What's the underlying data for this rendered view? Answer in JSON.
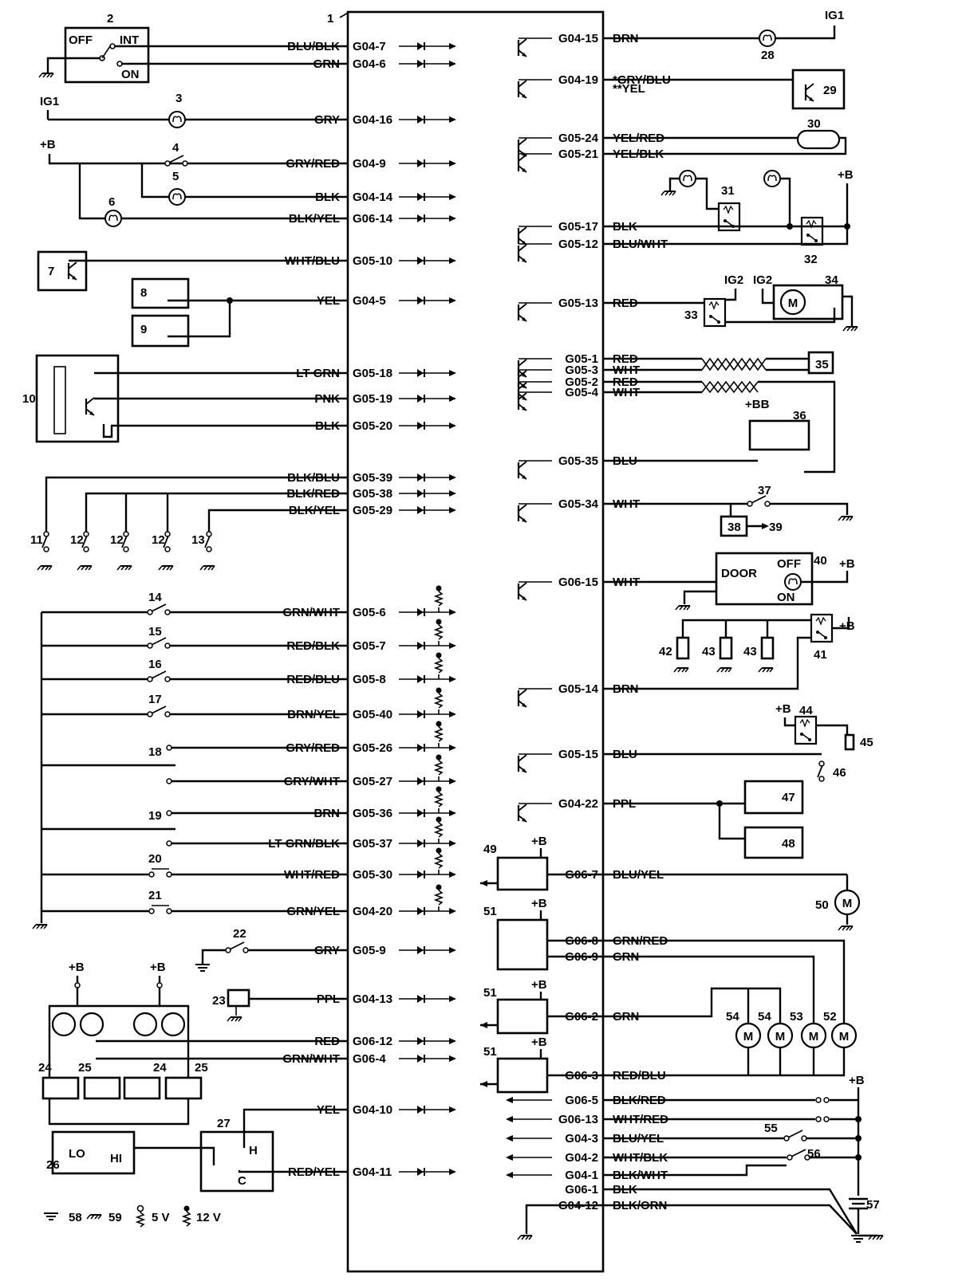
{
  "ecu_number": "1",
  "left_rows": [
    {
      "pin": "G04-7",
      "wire": "BLU/BLK"
    },
    {
      "pin": "G04-6",
      "wire": "GRN"
    },
    {
      "pin": "G04-16",
      "wire": "GRY"
    },
    {
      "pin": "G04-9",
      "wire": "GRY/RED"
    },
    {
      "pin": "G04-14",
      "wire": "BLK"
    },
    {
      "pin": "G06-14",
      "wire": "BLK/YEL"
    },
    {
      "pin": "G05-10",
      "wire": "WHT/BLU"
    },
    {
      "pin": "G04-5",
      "wire": "YEL"
    },
    {
      "pin": "G05-18",
      "wire": "LT GRN"
    },
    {
      "pin": "G05-19",
      "wire": "PNK"
    },
    {
      "pin": "G05-20",
      "wire": "BLK"
    },
    {
      "pin": "G05-39",
      "wire": "BLK/BLU"
    },
    {
      "pin": "G05-38",
      "wire": "BLK/RED"
    },
    {
      "pin": "G05-29",
      "wire": "BLK/YEL"
    },
    {
      "pin": "G05-6",
      "wire": "GRN/WHT"
    },
    {
      "pin": "G05-7",
      "wire": "RED/BLK"
    },
    {
      "pin": "G05-8",
      "wire": "RED/BLU"
    },
    {
      "pin": "G05-40",
      "wire": "BRN/YEL"
    },
    {
      "pin": "G05-26",
      "wire": "GRY/RED"
    },
    {
      "pin": "G05-27",
      "wire": "GRY/WHT"
    },
    {
      "pin": "G05-36",
      "wire": "BRN"
    },
    {
      "pin": "G05-37",
      "wire": "LT GRN/BLK"
    },
    {
      "pin": "G05-30",
      "wire": "WHT/RED"
    },
    {
      "pin": "G04-20",
      "wire": "GRN/YEL"
    },
    {
      "pin": "G05-9",
      "wire": "GRY"
    },
    {
      "pin": "G04-13",
      "wire": "PPL"
    },
    {
      "pin": "G06-12",
      "wire": "RED"
    },
    {
      "pin": "G06-4",
      "wire": "GRN/WHT"
    },
    {
      "pin": "G04-10",
      "wire": "YEL"
    },
    {
      "pin": "G04-11",
      "wire": "RED/YEL"
    }
  ],
  "right_rows": [
    {
      "pin": "G04-15",
      "wire": "BRN"
    },
    {
      "pin": "G04-19",
      "wire": "*GRY/BLU"
    },
    {
      "pin": "G05-24",
      "wire": "YEL/RED"
    },
    {
      "pin": "G05-21",
      "wire": "YEL/BLK"
    },
    {
      "pin": "G05-17",
      "wire": "BLK"
    },
    {
      "pin": "G05-12",
      "wire": "BLU/WHT"
    },
    {
      "pin": "G05-13",
      "wire": "RED"
    },
    {
      "pin": "G05-1",
      "wire": "RED"
    },
    {
      "pin": "G05-3",
      "wire": "WHT"
    },
    {
      "pin": "G05-2",
      "wire": "RED"
    },
    {
      "pin": "G05-4",
      "wire": "WHT"
    },
    {
      "pin": "G05-35",
      "wire": "BLU"
    },
    {
      "pin": "G05-34",
      "wire": "WHT"
    },
    {
      "pin": "G06-15",
      "wire": "WHT"
    },
    {
      "pin": "G05-14",
      "wire": "BRN"
    },
    {
      "pin": "G05-15",
      "wire": "BLU"
    },
    {
      "pin": "G04-22",
      "wire": "PPL"
    },
    {
      "pin": "G06-7",
      "wire": "BLU/YEL"
    },
    {
      "pin": "G06-8",
      "wire": "GRN/RED"
    },
    {
      "pin": "G06-9",
      "wire": "GRN"
    },
    {
      "pin": "G06-2",
      "wire": "GRN"
    },
    {
      "pin": "G06-3",
      "wire": "RED/BLU"
    },
    {
      "pin": "G06-5",
      "wire": "BLK/RED"
    },
    {
      "pin": "G06-13",
      "wire": "WHT/RED"
    },
    {
      "pin": "G04-3",
      "wire": "BLU/YEL"
    },
    {
      "pin": "G04-2",
      "wire": "WHT/BLK"
    },
    {
      "pin": "G04-1",
      "wire": "BLK/WHT"
    },
    {
      "pin": "G06-1",
      "wire": "BLK"
    },
    {
      "pin": "G04-12",
      "wire": "BLK/ORN"
    }
  ],
  "alt_wire_g04_19": "**YEL",
  "component_numbers": [
    "2",
    "3",
    "4",
    "5",
    "6",
    "7",
    "8",
    "9",
    "10",
    "11",
    "12",
    "12",
    "12",
    "13",
    "14",
    "15",
    "16",
    "17",
    "18",
    "19",
    "20",
    "21",
    "22",
    "23",
    "24",
    "25",
    "24",
    "25",
    "26",
    "27",
    "28",
    "29",
    "30",
    "31",
    "32",
    "33",
    "34",
    "35",
    "36",
    "37",
    "38",
    "39",
    "40",
    "41",
    "42",
    "43",
    "43",
    "44",
    "45",
    "46",
    "47",
    "48",
    "49",
    "50",
    "51",
    "51",
    "51",
    "52",
    "53",
    "54",
    "54",
    "55",
    "56",
    "57"
  ],
  "switch_labels": {
    "off": "OFF",
    "int": "INT",
    "on": "ON",
    "door": "DOOR",
    "off2": "OFF",
    "on2": "ON",
    "lo": "LO",
    "hi": "HI",
    "h": "H",
    "c": "C"
  },
  "power_labels": {
    "ig1_left": "IG1",
    "ig1_right": "IG1",
    "b1": "+B",
    "ig2a": "IG2",
    "ig2b": "IG2",
    "bb": "+BB",
    "b_right_1": "+B",
    "b_right_2": "+B",
    "b_right_3": "+B",
    "b_right_4": "+B",
    "b_49": "+B",
    "b_51a": "+B",
    "b_51b": "+B",
    "b_51c": "+B",
    "b_bot_a": "+B",
    "b_bot_b": "+B",
    "b_bat": "+B"
  },
  "motor_label": "M",
  "legend": {
    "g58": "58",
    "g59": "59",
    "v5": "5 V",
    "v12": "12 V"
  }
}
